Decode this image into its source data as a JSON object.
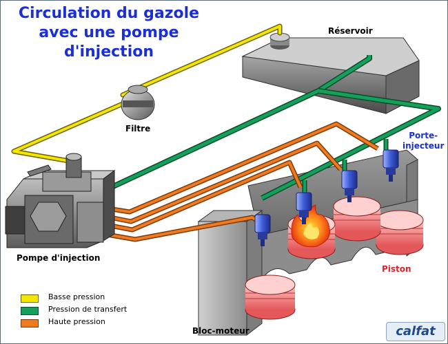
{
  "title": {
    "lines": [
      "Circulation du gazole",
      "avec une pompe",
      "d'injection"
    ]
  },
  "labels": {
    "reservoir": "Réservoir",
    "filter": "Filtre",
    "injector_line1": "Porte-",
    "injector_line2": "injecteur",
    "pump": "Pompe d'injection",
    "piston": "Piston",
    "engine_block": "Bloc-moteur"
  },
  "legend": [
    {
      "label": "Basse pression",
      "color": "#f5e600"
    },
    {
      "label": "Pression de transfert",
      "color": "#0e8a4e"
    },
    {
      "label": "Haute pression",
      "color": "#f07a1e"
    }
  ],
  "logo": "calfat",
  "colors": {
    "title": "#1a2fd6",
    "low_pressure": "#f5e600",
    "transfer_pressure": "#0e8a4e",
    "high_pressure": "#f07a1e",
    "piston": "#f07a7a",
    "injector": "#3b5bd6",
    "machine": "#8a8a8a"
  }
}
